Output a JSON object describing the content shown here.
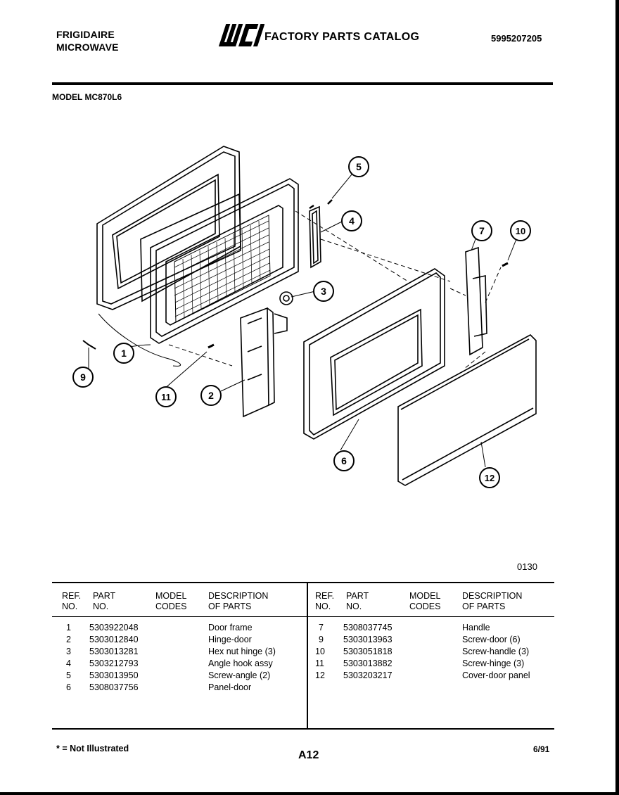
{
  "header": {
    "brand_line1": "FRIGIDAIRE",
    "brand_line2": "MICROWAVE",
    "logo_text": "WCI",
    "title": "FACTORY PARTS CATALOG",
    "catalog_number": "5995207205"
  },
  "model": {
    "label": "MODEL MC870L6"
  },
  "diagram": {
    "code": "0130",
    "callouts": [
      "1",
      "2",
      "3",
      "4",
      "5",
      "6",
      "7",
      "9",
      "10",
      "11",
      "12"
    ]
  },
  "table": {
    "headers": {
      "ref_line1": "REF.",
      "ref_line2": "NO.",
      "part_line1": "PART",
      "part_line2": "NO.",
      "model_line1": "MODEL",
      "model_line2": "CODES",
      "desc_line1": "DESCRIPTION",
      "desc_line2": "OF PARTS"
    },
    "left": [
      {
        "ref": "1",
        "part": "5303922048",
        "codes": "",
        "desc": "Door frame"
      },
      {
        "ref": "2",
        "part": "5303012840",
        "codes": "",
        "desc": "Hinge-door"
      },
      {
        "ref": "3",
        "part": "5303013281",
        "codes": "",
        "desc": "Hex nut hinge (3)"
      },
      {
        "ref": "4",
        "part": "5303212793",
        "codes": "",
        "desc": "Angle hook assy"
      },
      {
        "ref": "5",
        "part": "5303013950",
        "codes": "",
        "desc": "Screw-angle (2)"
      },
      {
        "ref": "6",
        "part": "5308037756",
        "codes": "",
        "desc": "Panel-door"
      }
    ],
    "right": [
      {
        "ref": "7",
        "part": "5308037745",
        "codes": "",
        "desc": "Handle"
      },
      {
        "ref": "9",
        "part": "5303013963",
        "codes": "",
        "desc": "Screw-door (6)"
      },
      {
        "ref": "10",
        "part": "5303051818",
        "codes": "",
        "desc": "Screw-handle (3)"
      },
      {
        "ref": "11",
        "part": "5303013882",
        "codes": "",
        "desc": "Screw-hinge (3)"
      },
      {
        "ref": "12",
        "part": "5303203217",
        "codes": "",
        "desc": "Cover-door panel"
      }
    ]
  },
  "footer": {
    "note": "* = Not Illustrated",
    "page": "A12",
    "date": "6/91"
  }
}
